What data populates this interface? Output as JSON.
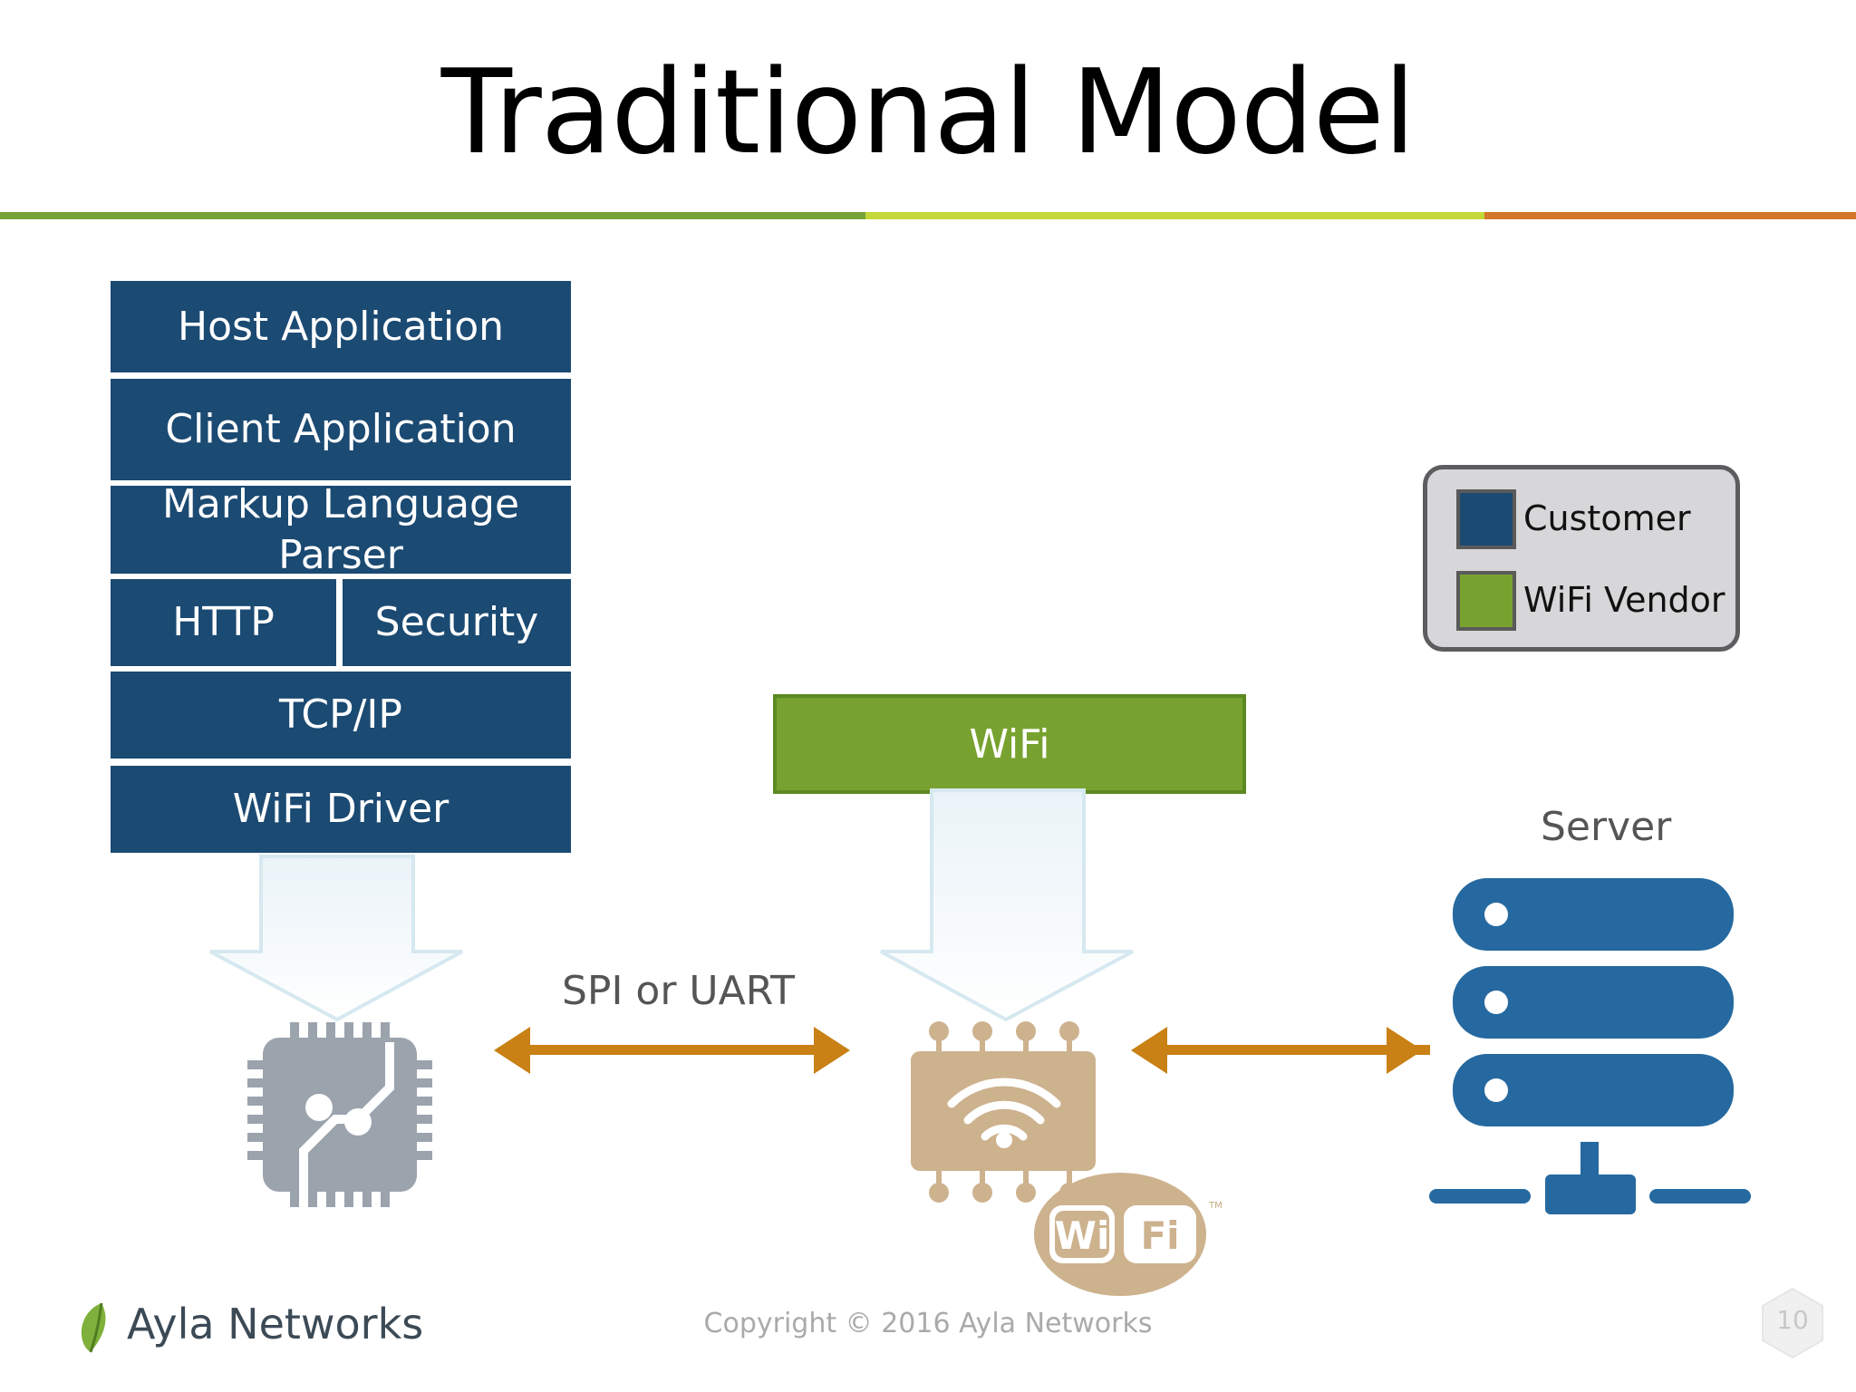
{
  "title": "Traditional Model",
  "stack": {
    "host_application": "Host Application",
    "client_application": "Client Application",
    "markup_parser": "Markup Language\nParser",
    "http": "HTTP",
    "security": "Security",
    "tcpip": "TCP/IP",
    "wifi_driver": "WiFi Driver"
  },
  "wifi_module_label": "WiFi",
  "interface_label": "SPI or UART",
  "server_label": "Server",
  "legend": {
    "customer": "Customer",
    "wifi_vendor": "WiFi Vendor"
  },
  "wifi_logo_text": "Wi Fi",
  "trademark": "TM",
  "footer": {
    "brand": "Ayla Networks",
    "copyright": "Copyright © 2016 Ayla Networks",
    "page_number": "10"
  },
  "colors": {
    "customer": "#1b4a72",
    "wifi_vendor": "#78a22f",
    "arrow": "#c98014",
    "server": "#2569a0",
    "chip": "#9ba3ad",
    "wifi_chip": "#cdb28e"
  }
}
